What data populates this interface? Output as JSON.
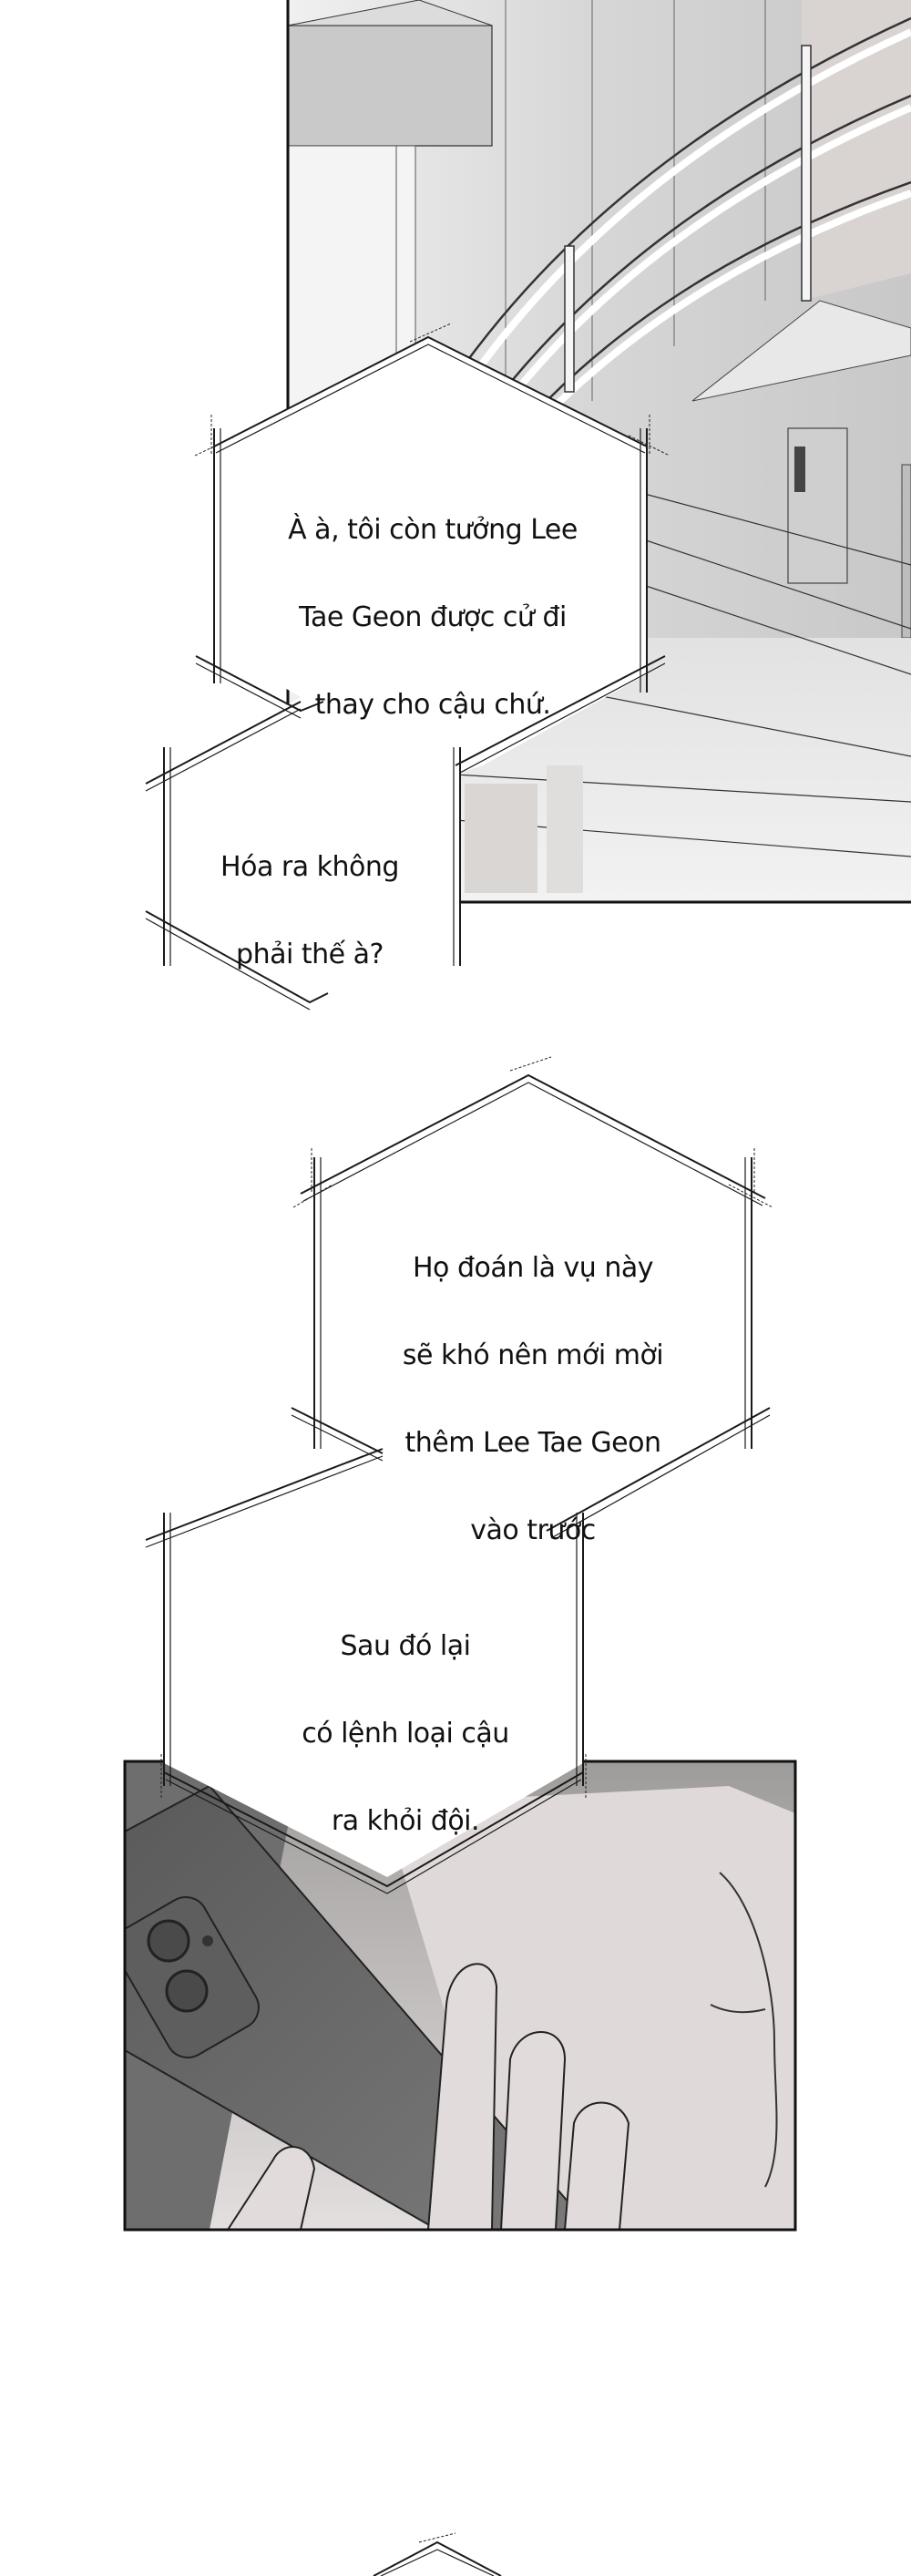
{
  "page": {
    "background": "#ffffff",
    "panel_border_color": "#111111"
  },
  "panels": [
    {
      "id": "staircase-panel",
      "description": "Grayscale interior scene with curved white staircase railing",
      "colors": {
        "wall_light": "#e6e6e6",
        "wall_mid": "#cfcfcf",
        "wall_dark": "#bdbdbd",
        "floor": "#eeeeee"
      }
    },
    {
      "id": "phone-call-panel",
      "description": "Close-up of a person holding a smartphone to their ear",
      "colors": {
        "phone": "#6a6a6a",
        "phone_dark": "#555555",
        "skin": "#e2dcdc",
        "background": "#b8b6b4"
      }
    }
  ],
  "speech_bubbles": [
    {
      "id": "bubble-1",
      "lines": [
        "À à, tôi còn tưởng Lee",
        "Tae Geon được cử đi",
        "thay cho cậu chứ."
      ]
    },
    {
      "id": "bubble-2",
      "lines": [
        "Hóa ra không",
        "phải thế à?"
      ]
    },
    {
      "id": "bubble-3",
      "lines": [
        "Họ đoán là vụ này",
        "sẽ khó nên mới mời",
        "thêm Lee Tae Geon",
        "vào trước"
      ]
    },
    {
      "id": "bubble-4",
      "lines": [
        "Sau đó lại",
        "có lệnh loại cậu",
        "ra khỏi đội."
      ]
    }
  ]
}
